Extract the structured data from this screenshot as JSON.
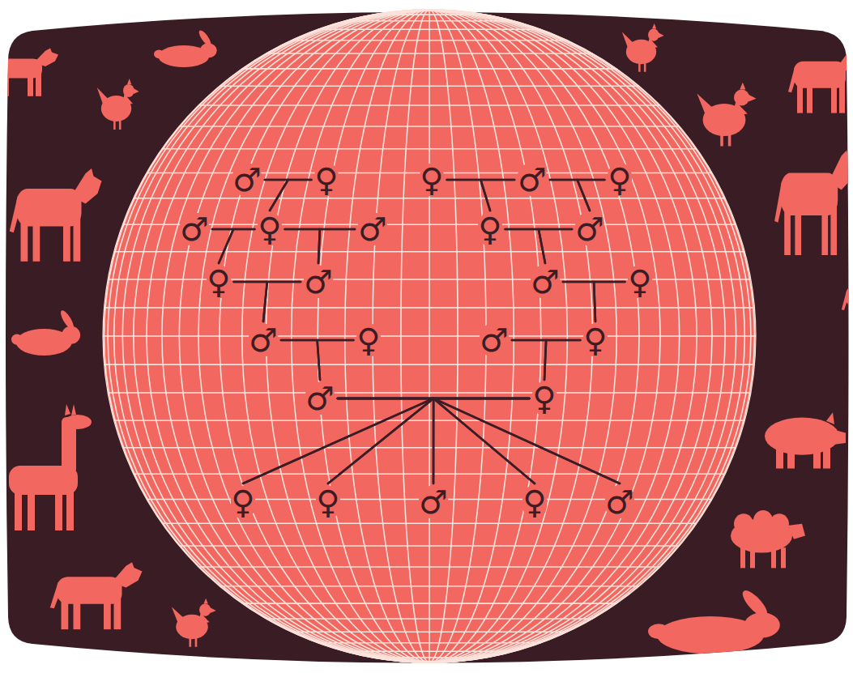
{
  "diagram": {
    "nodes": [
      {
        "text": [
          "♂"
        ]
      },
      {
        "text": [
          "♀"
        ]
      },
      {
        "text": [
          "♀"
        ]
      },
      {
        "text": [
          "♂"
        ]
      },
      {
        "text": [
          "♀"
        ]
      },
      {
        "text": [
          "♂"
        ]
      },
      {
        "text": [
          "♀"
        ]
      },
      {
        "text": [
          "♂"
        ]
      },
      {
        "text": [
          "♀"
        ]
      },
      {
        "text": [
          "♂"
        ]
      },
      {
        "text": [
          "♀"
        ]
      },
      {
        "text": [
          "♂"
        ]
      },
      {
        "text": [
          "♂"
        ]
      },
      {
        "text": [
          "♀"
        ]
      },
      {
        "text": [
          "♂"
        ]
      },
      {
        "text": [
          "♀"
        ]
      },
      {
        "text": [
          "♂"
        ]
      },
      {
        "text": [
          "♀"
        ]
      },
      {
        "text": [
          "♂"
        ]
      },
      {
        "text": [
          "♀"
        ]
      },
      {
        "text": [
          "♀"
        ]
      },
      {
        "text": [
          "♀"
        ]
      },
      {
        "text": [
          "♂"
        ]
      },
      {
        "text": [
          "♀"
        ]
      },
      {
        "text": [
          "♂"
        ]
      }
    ],
    "edges": [
      {
        "from": 0,
        "to": 1,
        "arrow": "none"
      },
      {
        "from": 2,
        "to": 3,
        "arrow": "none"
      },
      {
        "from": 3,
        "to": 4,
        "arrow": "none"
      },
      {
        "from": 5,
        "to": 6,
        "arrow": "none"
      },
      {
        "from": 6,
        "to": 7,
        "arrow": "none"
      },
      {
        "from": 8,
        "to": 9,
        "arrow": "none"
      },
      {
        "from": 10,
        "to": 11,
        "arrow": "none"
      },
      {
        "from": 12,
        "to": 13,
        "arrow": "none"
      },
      {
        "from": 14,
        "to": 15,
        "arrow": "none"
      },
      {
        "from": 16,
        "to": 17,
        "arrow": "none"
      },
      {
        "from": 18,
        "to": 19,
        "arrow": "none"
      },
      {
        "from": 0,
        "to": 6,
        "arrow": "none"
      },
      {
        "from": 1,
        "to": 6,
        "arrow": "none"
      },
      {
        "from": 2,
        "to": 8,
        "arrow": "none"
      },
      {
        "from": 3,
        "to": 8,
        "arrow": "none"
      },
      {
        "from": 3,
        "to": 9,
        "arrow": "none"
      },
      {
        "from": 4,
        "to": 9,
        "arrow": "none"
      },
      {
        "from": 5,
        "to": 10,
        "arrow": "none"
      },
      {
        "from": 6,
        "to": 10,
        "arrow": "none"
      },
      {
        "from": 6,
        "to": 11,
        "arrow": "none"
      },
      {
        "from": 7,
        "to": 11,
        "arrow": "none"
      },
      {
        "from": 8,
        "to": 12,
        "arrow": "none"
      },
      {
        "from": 9,
        "to": 12,
        "arrow": "none"
      },
      {
        "from": 10,
        "to": 14,
        "arrow": "none"
      },
      {
        "from": 11,
        "to": 14,
        "arrow": "none"
      },
      {
        "from": 12,
        "to": 17,
        "arrow": "none"
      },
      {
        "from": 13,
        "to": 17,
        "arrow": "none"
      },
      {
        "from": 14,
        "to": 18,
        "arrow": "none"
      },
      {
        "from": 15,
        "to": 18,
        "arrow": "none"
      },
      {
        "from": 16,
        "to": 19,
        "arrow": "none"
      },
      {
        "from": 17,
        "to": 19,
        "arrow": "none"
      },
      {
        "from": 18,
        "to": 20,
        "arrow": "none"
      },
      {
        "from": 18,
        "to": 21,
        "arrow": "none"
      },
      {
        "from": 18,
        "to": 22,
        "arrow": "none"
      },
      {
        "from": 18,
        "to": 23,
        "arrow": "none"
      },
      {
        "from": 18,
        "to": 24,
        "arrow": "none"
      },
      {
        "from": 19,
        "to": 20,
        "arrow": "none"
      },
      {
        "from": 19,
        "to": 21,
        "arrow": "none"
      },
      {
        "from": 19,
        "to": 22,
        "arrow": "none"
      },
      {
        "from": 19,
        "to": 23,
        "arrow": "none"
      },
      {
        "from": 19,
        "to": 24,
        "arrow": "none"
      }
    ]
  }
}
